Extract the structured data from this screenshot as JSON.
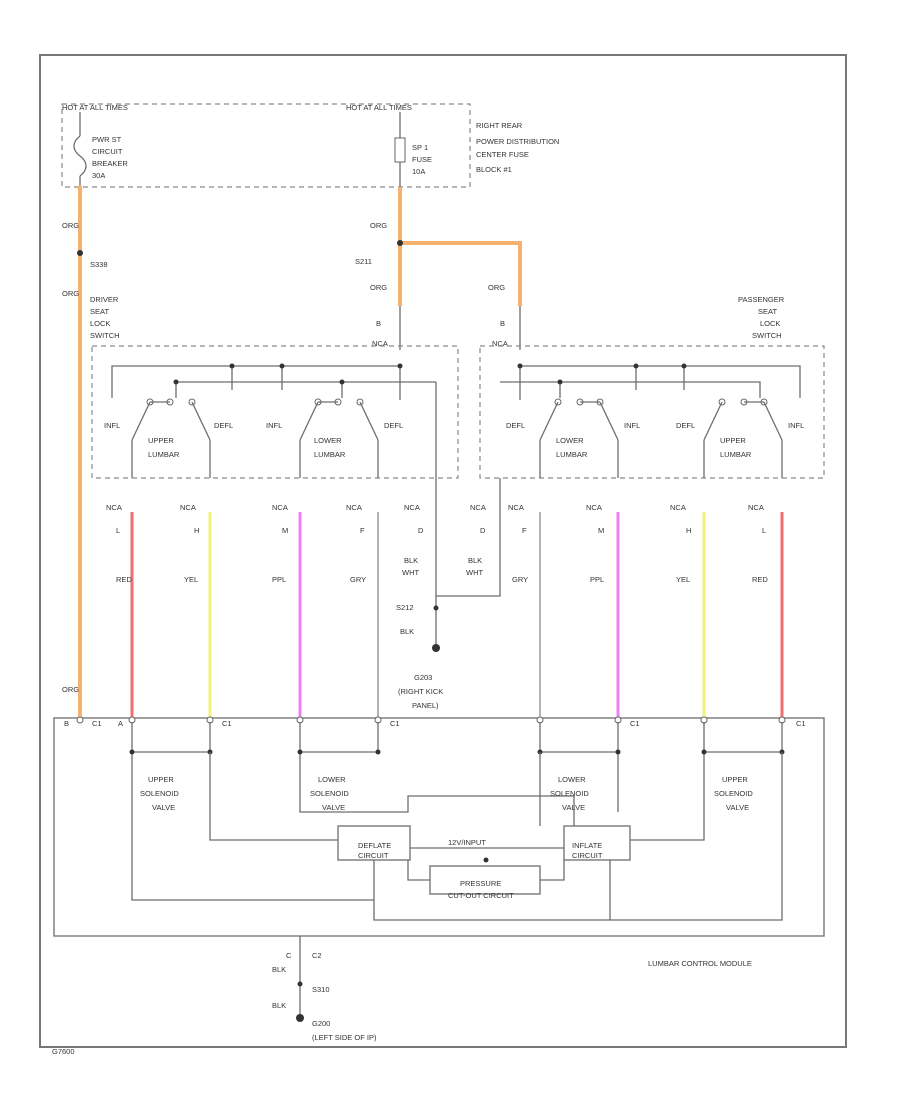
{
  "colors": {
    "ORG": "#f6b070",
    "RED": "#f07070",
    "YEL": "#f2f27a",
    "PPL": "#f080f0",
    "GRY": "#9a9a9a",
    "BLK": "#333333"
  },
  "power": {
    "hot_left": "HOT AT ALL TIMES",
    "hot_right": "HOT AT ALL TIMES",
    "breaker_lines": [
      "PWR ST",
      "CIRCUIT",
      "BREAKER",
      "30A"
    ],
    "fuse_lines": [
      "SP 1",
      "FUSE",
      "10A"
    ],
    "fuse_block_lines": [
      "RIGHT REAR",
      "POWER DISTRIBUTION",
      "CENTER FUSE",
      "BLOCK #1"
    ]
  },
  "wires": {
    "org": "ORG",
    "blk": "BLK",
    "blk_wht": [
      "BLK",
      "WHT"
    ]
  },
  "splices": {
    "left": "S338",
    "center": "S211",
    "ground": "S212",
    "bottom": "S310"
  },
  "switches": {
    "driver_lines": [
      "DRIVER",
      "SEAT",
      "LOCK",
      "SWITCH"
    ],
    "passenger_lines": [
      "PASSENGER",
      "SEAT",
      "LOCK",
      "SWITCH"
    ],
    "pin_b": "B",
    "c_label": "NCA",
    "infl": "INFL",
    "defl": "DEFL",
    "upper_lumbar": [
      "UPPER",
      "LUMBAR"
    ],
    "lower_lumbar": [
      "LOWER",
      "LUMBAR"
    ]
  },
  "pins": {
    "left": [
      "NCA",
      "NCA",
      "NCA",
      "NCA",
      "NCA"
    ],
    "left_letters": [
      "L",
      "H",
      "M",
      "F",
      "D"
    ],
    "right": [
      "NCA",
      "NCA",
      "NCA",
      "NCA",
      "NCA"
    ],
    "right_letters": [
      "D",
      "F",
      "M",
      "H",
      "L"
    ]
  },
  "wire_colors": {
    "left": [
      "RED",
      "YEL",
      "PPL",
      "GRY"
    ],
    "right": [
      "GRY",
      "PPL",
      "YEL",
      "RED"
    ]
  },
  "ground": {
    "lines": [
      "G203",
      "(RIGHT KICK",
      "PANEL)"
    ]
  },
  "module": {
    "connector": "C1",
    "pin_labels": [
      "B",
      "A"
    ],
    "upper_left": [
      "UPPER",
      "SOLENOID",
      "VALVE"
    ],
    "lower_left": [
      "LOWER",
      "SOLENOID",
      "VALVE"
    ],
    "lower_right": [
      "LOWER",
      "SOLENOID",
      "VALVE"
    ],
    "upper_right": [
      "UPPER",
      "SOLENOID",
      "VALVE"
    ],
    "deflate": [
      "DEFLATE",
      "CIRCUIT"
    ],
    "inflate": [
      "INFLATE",
      "CIRCUIT"
    ],
    "input": "12V/INPUT",
    "pressure": [
      "PRESSURE",
      "CUT-OUT CIRCUIT"
    ],
    "title": "LUMBAR CONTROL MODULE"
  },
  "bottom": {
    "pin": "C",
    "connector": "C2",
    "ground_lines": [
      "G200",
      "(LEFT SIDE OF IP)"
    ]
  },
  "footer": {
    "id": "G7600"
  }
}
